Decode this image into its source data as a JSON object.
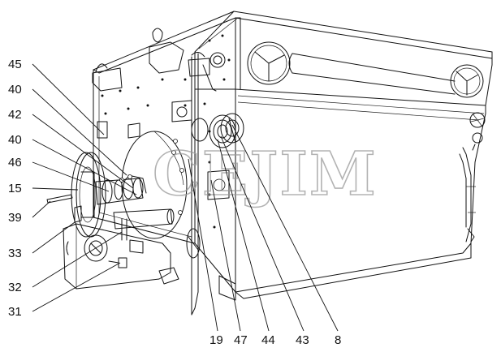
{
  "figure": {
    "watermark": "CEJIM",
    "callouts": {
      "c45": "45",
      "c40a": "40",
      "c42": "42",
      "c40b": "40",
      "c46": "46",
      "c15": "15",
      "c39": "39",
      "c33": "33",
      "c32": "32",
      "c31": "31",
      "c19": "19",
      "c47": "47",
      "c44": "44",
      "c43": "43",
      "c8": "8"
    }
  }
}
